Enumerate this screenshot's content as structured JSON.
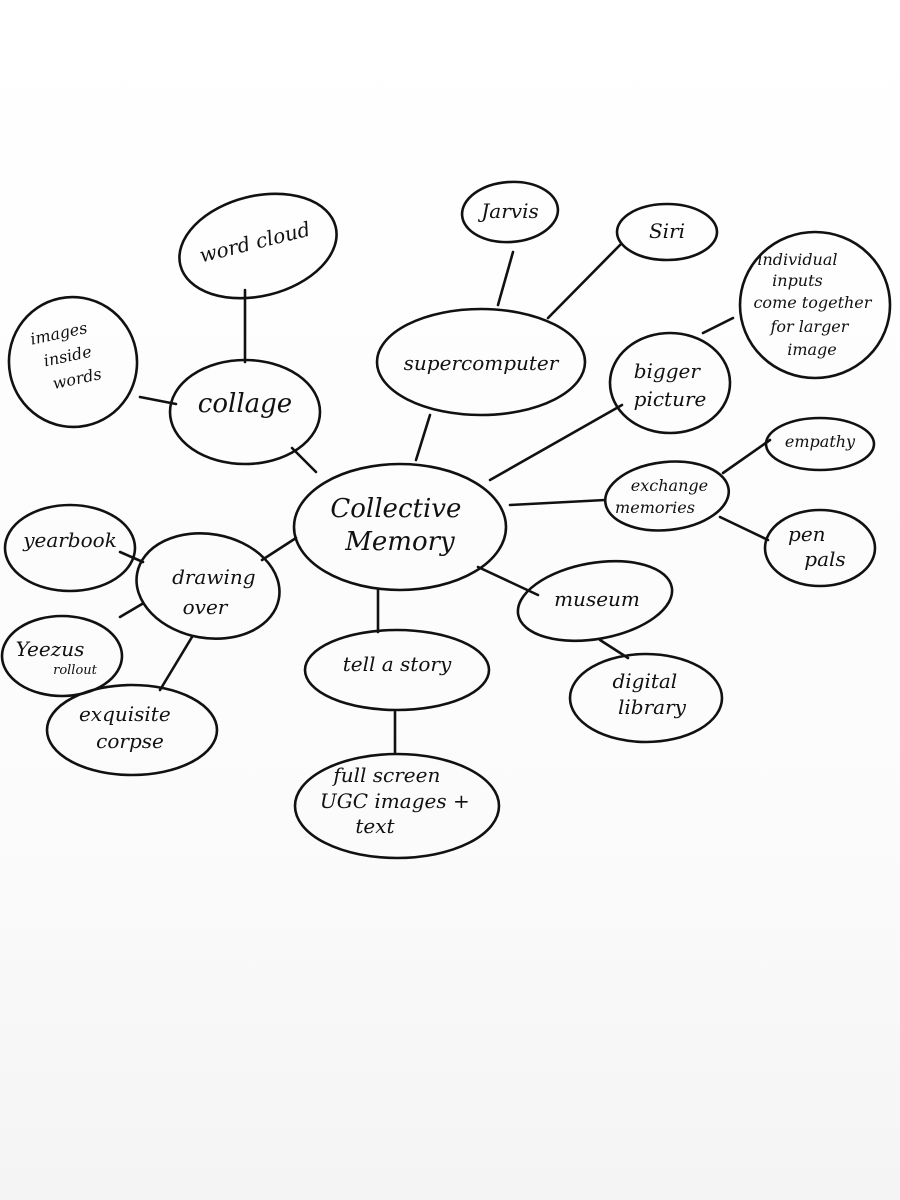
{
  "nodes": {
    "center": [
      "Collective",
      "Memory"
    ],
    "supercomputer": [
      "supercomputer"
    ],
    "jarvis": [
      "Jarvis"
    ],
    "siri": [
      "Siri"
    ],
    "bigger_picture": [
      "bigger",
      "picture"
    ],
    "individual_inputs": [
      "individual",
      "inputs",
      "come together",
      "for larger",
      "image"
    ],
    "exchange_memories": [
      "exchange",
      "memories"
    ],
    "empathy": [
      "empathy"
    ],
    "pen_pals": [
      "pen",
      "pals"
    ],
    "museum": [
      "museum"
    ],
    "digital_library": [
      "digital",
      "library"
    ],
    "tell_a_story": [
      "tell a story"
    ],
    "full_screen": [
      "full screen",
      "UGC images +",
      "text"
    ],
    "drawing_over": [
      "drawing",
      "over"
    ],
    "yearbook": [
      "yearbook"
    ],
    "yeezus": [
      "Yeezus",
      "rollout"
    ],
    "exquisite_corpse": [
      "exquisite",
      "corpse"
    ],
    "collage": [
      "collage"
    ],
    "word_cloud": [
      "word cloud"
    ],
    "images_inside_words": [
      "images",
      "inside",
      "words"
    ]
  }
}
